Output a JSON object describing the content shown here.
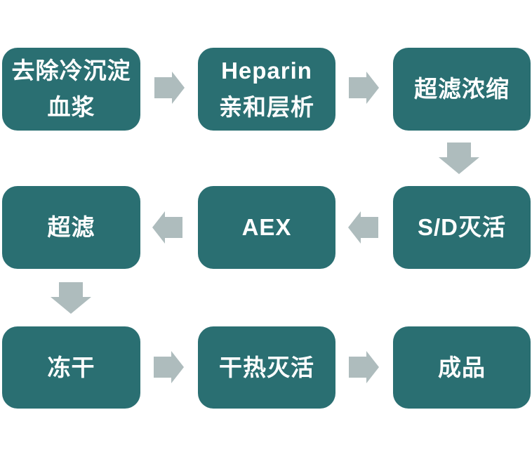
{
  "diagram": {
    "type": "flowchart",
    "description": "Plasma protein purification process flow, serpentine left-to-right then right-to-left then left-to-right",
    "colors": {
      "node": "#2A6F72",
      "arrow": "#AEBCBD",
      "text": "#FFFFFF",
      "background": "#FFFFFF"
    },
    "nodes": [
      {
        "id": "cryo-poor-plasma",
        "lines": [
          "去除冷沉淀",
          "血浆"
        ]
      },
      {
        "id": "heparin-affinity",
        "lines": [
          "Heparin",
          "亲和层析"
        ]
      },
      {
        "id": "uf-concentration",
        "lines": [
          "超滤浓缩"
        ]
      },
      {
        "id": "sd-inactivation",
        "lines": [
          "S/D灭活"
        ]
      },
      {
        "id": "aex",
        "lines": [
          "AEX"
        ]
      },
      {
        "id": "ultrafiltration",
        "lines": [
          "超滤"
        ]
      },
      {
        "id": "lyophilization",
        "lines": [
          "冻干"
        ]
      },
      {
        "id": "dry-heat-inactivation",
        "lines": [
          "干热灭活"
        ]
      },
      {
        "id": "final-product",
        "lines": [
          "成品"
        ]
      }
    ],
    "flow_order": [
      "去除冷沉淀血浆",
      "Heparin亲和层析",
      "超滤浓缩",
      "S/D灭活",
      "AEX",
      "超滤",
      "冻干",
      "干热灭活",
      "成品"
    ]
  }
}
